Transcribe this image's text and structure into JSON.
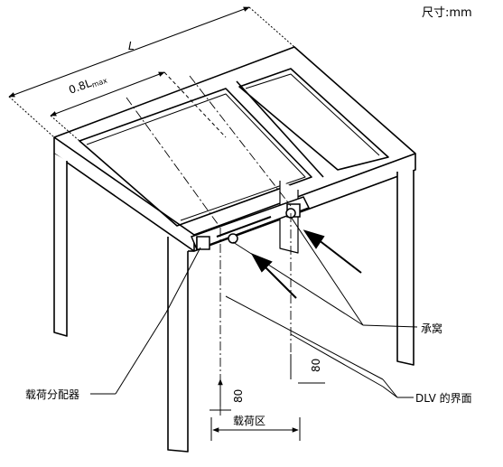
{
  "units_label": "尺寸:mm",
  "dimensions": {
    "overall_length": "L",
    "partial_length": "0.8L",
    "partial_length_sub": "max",
    "dim_80_left": "80",
    "dim_80_right": "80",
    "load_zone": "载荷区"
  },
  "callouts": {
    "bearing": "承窝",
    "load_distributor": "载荷分配器",
    "dlv_interface": "DLV 的界面"
  }
}
